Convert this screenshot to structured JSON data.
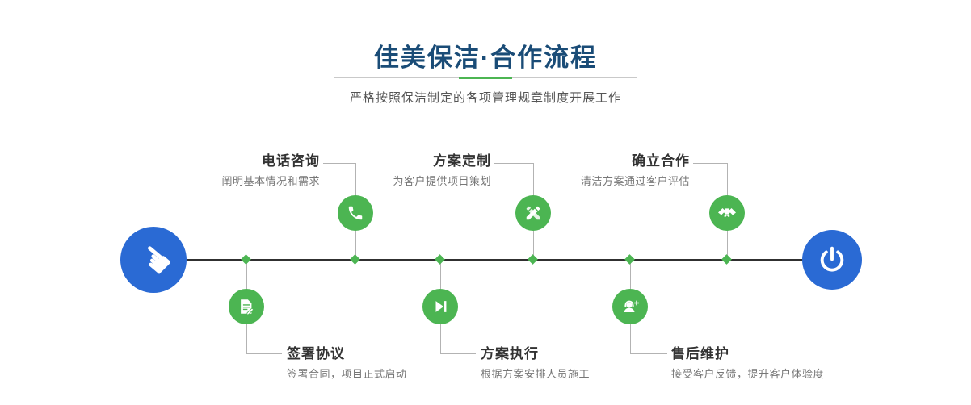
{
  "header": {
    "title": "佳美保洁·合作流程",
    "subtitle": "严格按照保洁制定的各项管理规章制度开展工作"
  },
  "timeline": {
    "start_glyph": "☚",
    "start_icon": "pointing-hand-icon",
    "end_icon": "power-icon"
  },
  "steps": {
    "top": [
      {
        "title": "电话咨询",
        "desc": "阐明基本情况和需求",
        "icon": "phone-icon"
      },
      {
        "title": "方案定制",
        "desc": "为客户提供项目策划",
        "icon": "crossed-pens-icon"
      },
      {
        "title": "确立合作",
        "desc": "清洁方案通过客户评估",
        "icon": "handshake-icon"
      }
    ],
    "bottom": [
      {
        "title": "签署协议",
        "desc": "签署合同，项目正式启动",
        "icon": "contract-icon"
      },
      {
        "title": "方案执行",
        "desc": "根据方案安排人员施工",
        "icon": "play-icon"
      },
      {
        "title": "售后维护",
        "desc": "接受客户反馈，提升客户体验度",
        "icon": "support-agent-icon"
      }
    ]
  },
  "colors": {
    "title_navy": "#1a4c77",
    "accent_green": "#4cb552",
    "accent_blue": "#2a6ad4",
    "timeline_dark": "#303030",
    "connector_gray": "#b3b3b3"
  }
}
